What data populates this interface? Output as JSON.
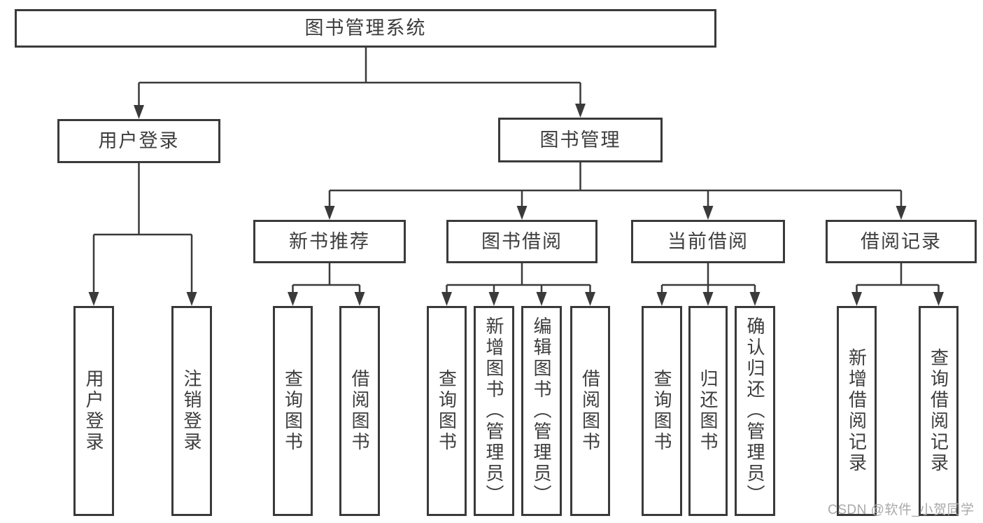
{
  "tree": {
    "root": {
      "label": "图书管理系统",
      "children": [
        {
          "label": "用户登录",
          "children": [
            {
              "label": "用户登录"
            },
            {
              "label": "注销登录"
            }
          ]
        },
        {
          "label": "图书管理",
          "children": [
            {
              "label": "新书推荐",
              "children": [
                {
                  "label": "查询图书"
                },
                {
                  "label": "借阅图书"
                }
              ]
            },
            {
              "label": "图书借阅",
              "children": [
                {
                  "label": "查询图书"
                },
                {
                  "label": "新增图书（管理员）"
                },
                {
                  "label": "编辑图书（管理员）"
                },
                {
                  "label": "借阅图书"
                }
              ]
            },
            {
              "label": "当前借阅",
              "children": [
                {
                  "label": "查询图书"
                },
                {
                  "label": "归还图书"
                },
                {
                  "label": "确认归还（管理员）"
                }
              ]
            },
            {
              "label": "借阅记录",
              "children": [
                {
                  "label": "新增借阅记录"
                },
                {
                  "label": "查询借阅记录"
                }
              ]
            }
          ]
        }
      ]
    }
  },
  "watermark": {
    "text": "CSDN @软件_小贺同学"
  },
  "colors": {
    "line": "#3a3a3a",
    "text": "#3d3d3d",
    "watermark": "#a9a9a9",
    "background": "#ffffff"
  }
}
